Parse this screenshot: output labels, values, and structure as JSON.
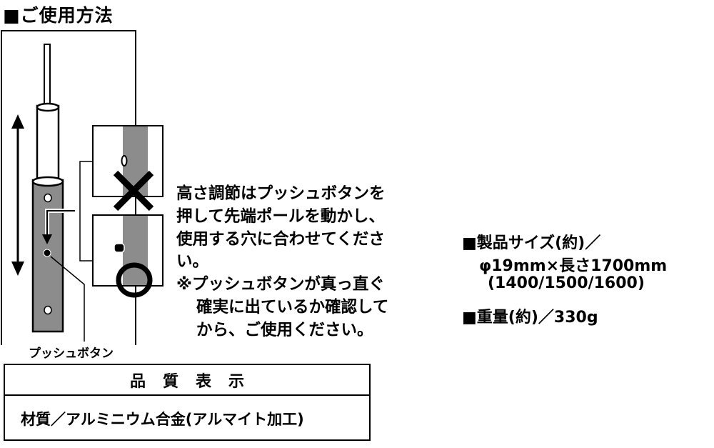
{
  "title": "■ご使用方法",
  "diagram": {
    "button_caption": "プッシュボタン"
  },
  "instructions": {
    "lines": [
      "高さ調節はプッシュボタンを",
      "押して先端ポールを動かし、",
      "使用する穴に合わせてくださ",
      "い。",
      "※プッシュボタンが真っ直ぐ",
      "確実に出ているか確認して",
      "から、ご使用ください。"
    ]
  },
  "quality_table": {
    "header": "品質表示",
    "material": "材質／アルミニウム合金(アルマイト加工)"
  },
  "specs": {
    "size_label": "■製品サイズ(約)／",
    "size_main": "φ19mm×長さ1700mm",
    "size_variants": "(1400/1500/1600)",
    "weight": "■重量(約)／330g"
  }
}
